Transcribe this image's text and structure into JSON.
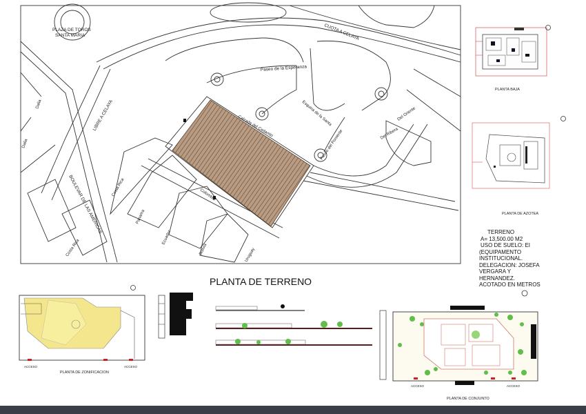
{
  "title": "PLANTA DE TERRENO",
  "street_labels": {
    "plaza": "PLAZA DE TOROS",
    "plaza2": "SANTA MARIA",
    "cuota": "CUOTA A CELAYA",
    "paseo": "Paseo de la Esperanza",
    "libre": "LIBRE A CELAYA",
    "boulevard": "BOULEVAR DE LAS AMERICAS",
    "calzada": "Calzada del Cedantio",
    "esquina": "Esquina de la Santa",
    "poniente": "Paseo del Poniente",
    "oriente": "Del Oriente",
    "ribera": "Del Ribera",
    "colombia": "Colombia",
    "costa_rica": "Costa Rica",
    "panama": "Panama",
    "ecuador": "Ecuador",
    "bolivia": "Bolivia",
    "uruguay": "Uruguay",
    "costa_rica2": "Costa Rica",
    "dalia": "Dalia",
    "dalia2": "Dalia"
  },
  "notes": [
    "TERRENO",
    "A= 13,500.00 M2",
    "USO DE SUELO: EI",
    "(EQUIPAMENTO",
    "INSTITUCIONAL.",
    "DELEGACION: JOSEFA",
    "VERGARA Y",
    "HERNANDEZ.",
    "ACOTADO EN METROS"
  ],
  "drawing_labels": {
    "planta_baja": "PLANTA BAJA",
    "planta_azotea": "PLANTA DE AZOTEA",
    "zonificacion": "PLANTA DE ZONIFICACION",
    "conjunto": "PLANTA DE CONJUNTO",
    "acceso": "ACCESO"
  },
  "colors": {
    "lines": "#333333",
    "hatch": "#8a6a4f",
    "accent_red": "#cc2222",
    "zoning_yellow": "#f4e68c",
    "dark_bar": "#3a3f47"
  }
}
